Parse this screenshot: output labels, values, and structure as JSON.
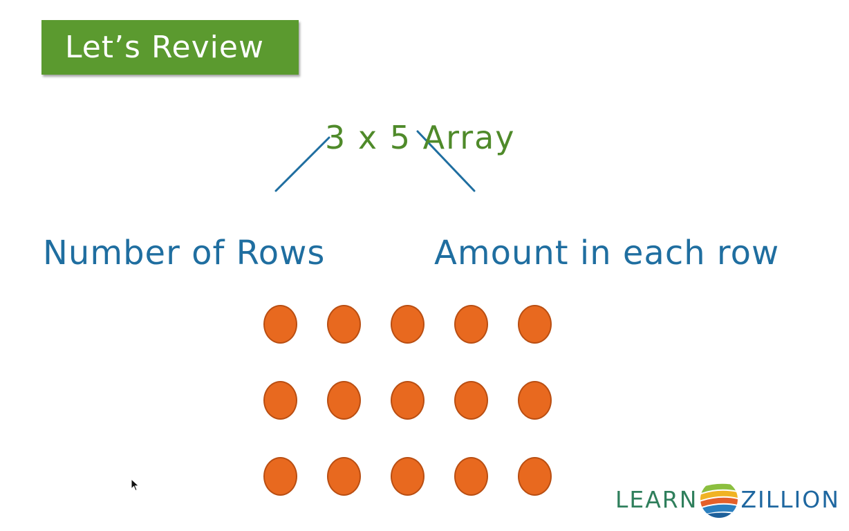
{
  "banner": {
    "title": "Let’s Review"
  },
  "array": {
    "title": "3 x 5 Array",
    "rows": 3,
    "columns": 5
  },
  "labels": {
    "left": "Number of Rows",
    "right": "Amount in each row"
  },
  "logo": {
    "left": "LEARN",
    "right": "ZILLION",
    "icon": "learnzillion-swirl-icon"
  },
  "colors": {
    "banner_bg": "#5b9a2f",
    "title_green": "#4f8a2a",
    "label_blue": "#1f6ea0",
    "dot_orange": "#e8691f"
  }
}
